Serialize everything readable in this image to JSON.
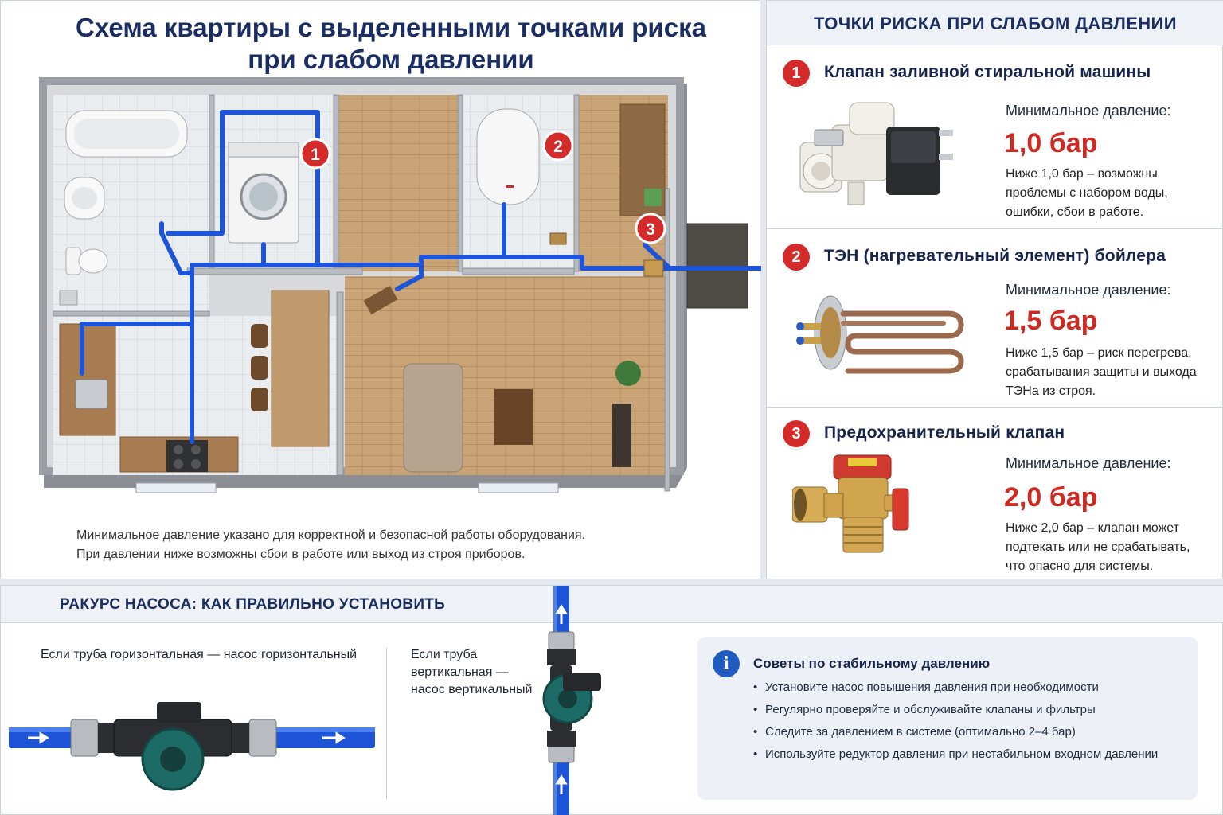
{
  "plan": {
    "title_line1": "Схема квартиры с выделенными точками риска",
    "title_line2": "при слабом давлении",
    "markers": [
      "1",
      "2",
      "3"
    ],
    "footnote_line1": "Минимальное давление указано для корректной и безопасной работы оборудования.",
    "footnote_line2": "При давлении ниже возможны сбои в работе или выход из строя приборов."
  },
  "risks": {
    "header": "ТОЧКИ РИСКА ПРИ СЛАБОМ ДАВЛЕНИИ",
    "items": [
      {
        "number": "1",
        "title": "Клапан заливной стиральной машины",
        "min_label": "Минимальное давление:",
        "min_value": "1,0 бар",
        "desc": "Ниже 1,0 бар – возможны проблемы с набором воды, ошибки, сбои в работе."
      },
      {
        "number": "2",
        "title": "ТЭН (нагревательный элемент) бойлера",
        "min_label": "Минимальное давление:",
        "min_value": "1,5 бар",
        "desc": "Ниже 1,5 бар – риск перегрева, срабатывания защиты и выхода ТЭНа из строя."
      },
      {
        "number": "3",
        "title": "Предохранительный клапан",
        "min_label": "Минимальное давление:",
        "min_value": "2,0 бар",
        "desc": "Ниже 2,0 бар – клапан может подтекать или не срабатывать, что опасно для системы."
      }
    ]
  },
  "pump": {
    "header": "РАКУРС НАСОСА: КАК ПРАВИЛЬНО УСТАНОВИТЬ",
    "horizontal_label": "Если труба горизонтальная — насос горизонтальный",
    "vertical_label": "Если труба вертикальная — насос вертикальный",
    "tips": {
      "title": "Советы по стабильному давлению",
      "items": [
        "Установите насос повышения давления при необходимости",
        "Регулярно проверяйте и обслуживайте клапаны и фильтры",
        "Следите за давлением в системе (оптимально 2–4 бар)",
        "Используйте редуктор давления при нестабильном входном давлении"
      ]
    }
  },
  "colors": {
    "accent_red": "#d42a2a",
    "pipe_blue": "#1e55d8",
    "title_navy": "#1b2e63"
  }
}
